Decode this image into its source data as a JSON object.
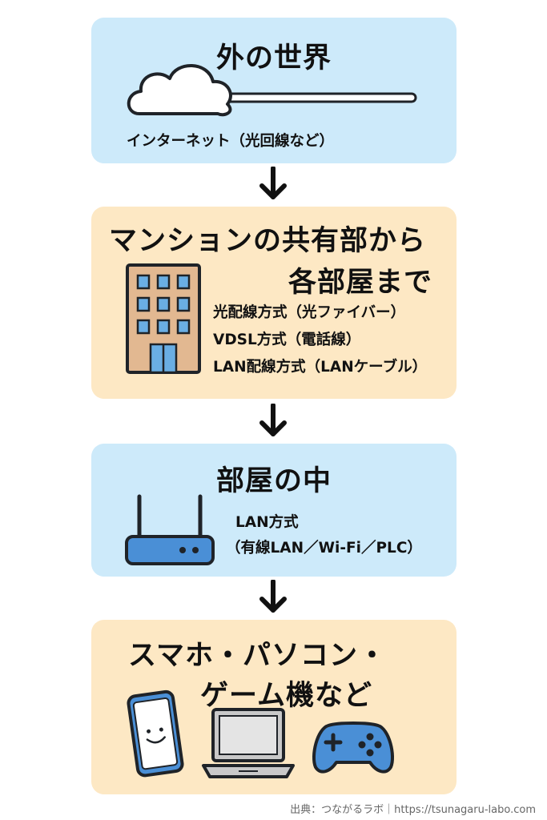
{
  "colors": {
    "blue_box": "#cdeafa",
    "peach_box": "#fde8c4",
    "outline": "#1f2328",
    "device_blue": "#4a8fd6",
    "building": "#e2b891"
  },
  "stage1": {
    "title": "外の世界",
    "label": "インターネット（光回線など）",
    "icon": "cloud-icon"
  },
  "stage2": {
    "title_line1": "マンションの共有部から",
    "title_line2": "各部屋まで",
    "methods": [
      "光配線方式（光ファイバー）",
      "VDSL方式（電話線）",
      "LAN配線方式（LANケーブル）"
    ],
    "icon": "building-icon"
  },
  "stage3": {
    "title": "部屋の中",
    "label_line1": "LAN方式",
    "label_line2": "（有線LAN／Wi-Fi／PLC）",
    "icon": "router-icon"
  },
  "stage4": {
    "title_line1": "スマホ・パソコン・",
    "title_line2": "ゲーム機など",
    "icons": [
      "smartphone-icon",
      "laptop-icon",
      "gamepad-icon"
    ]
  },
  "footer": "出典：つながるラボ｜https://tsunagaru-labo.com"
}
